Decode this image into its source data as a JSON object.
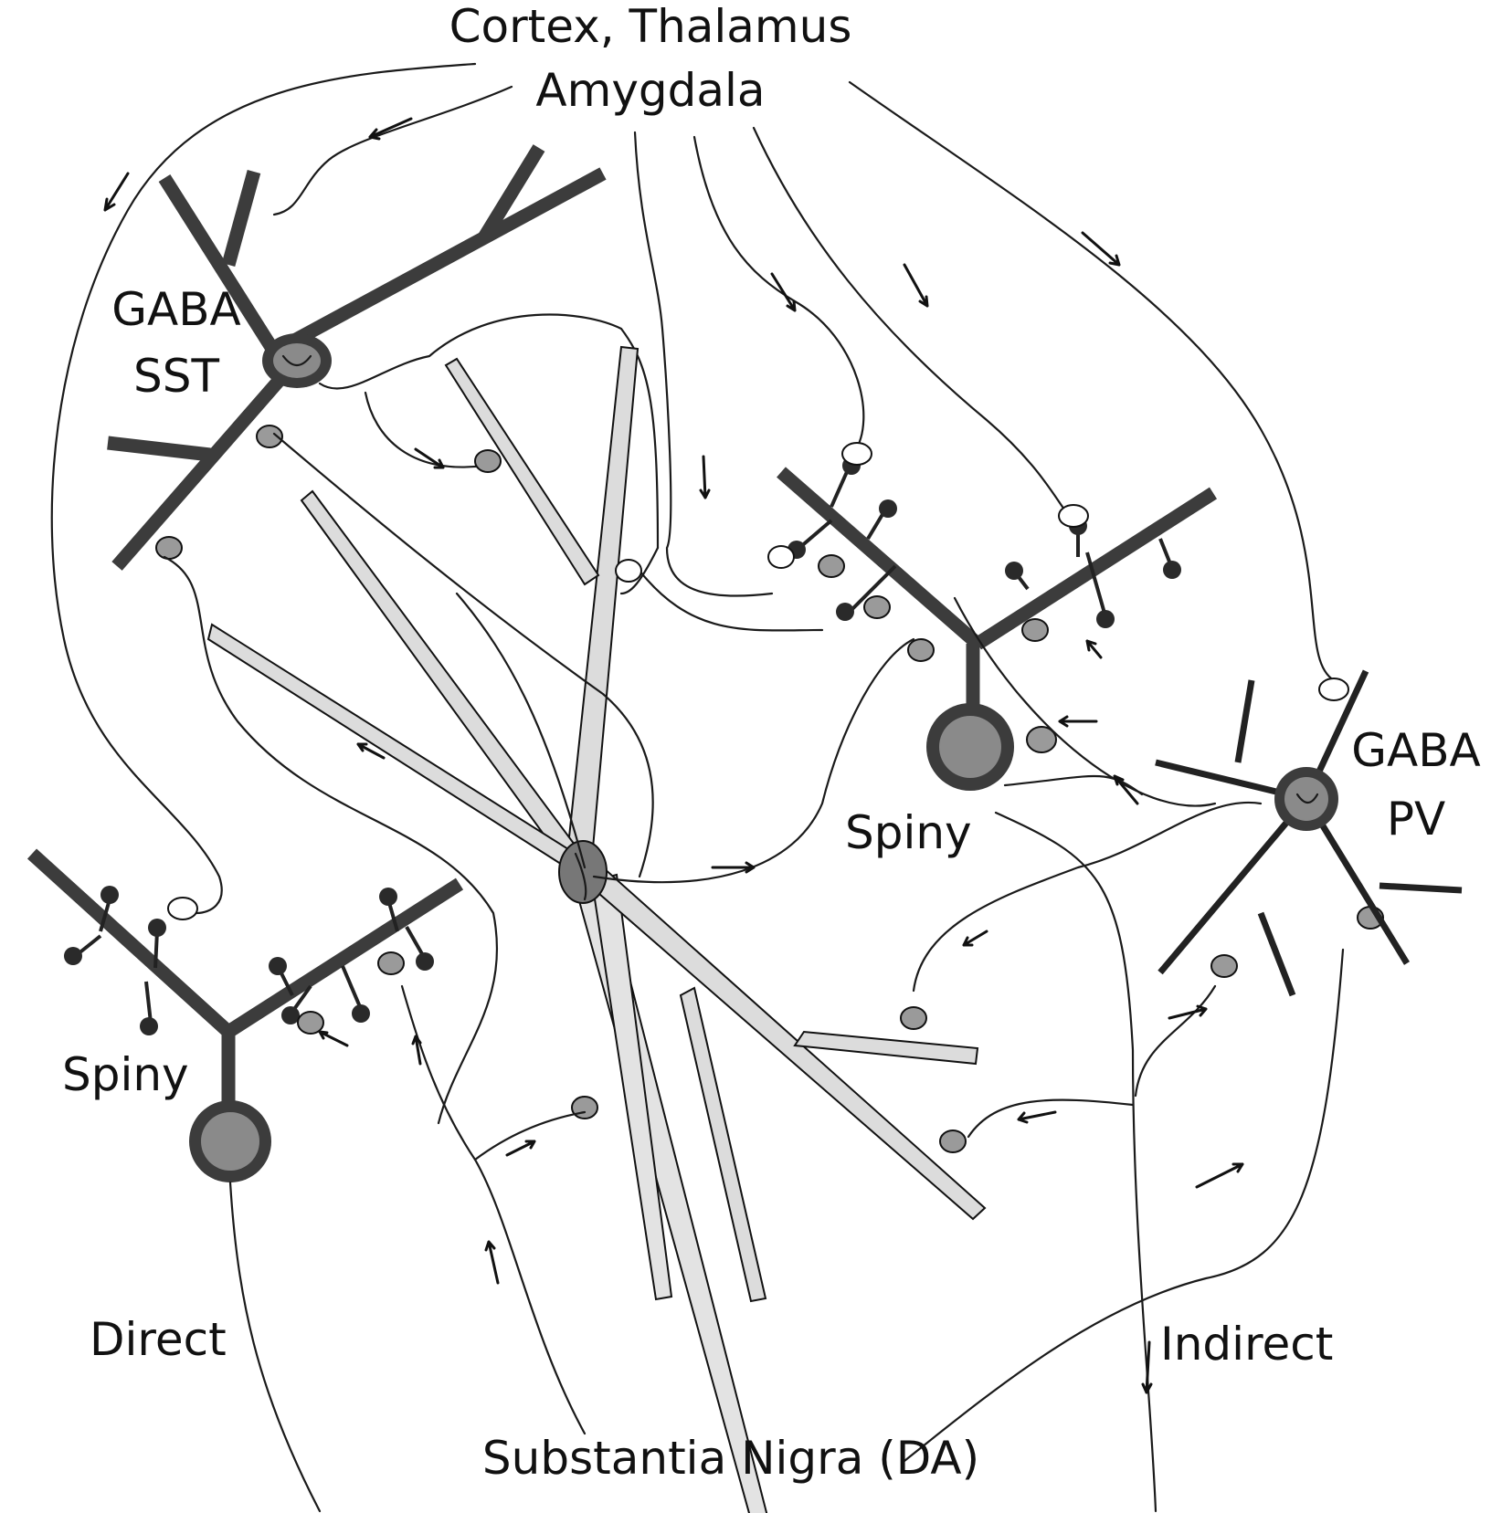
{
  "labels": {
    "top_line1": "Cortex, Thalamus",
    "top_line2": "Amygdala",
    "gaba_sst_line1": "GABA",
    "gaba_sst_line2": "SST",
    "gaba_pv_line1": "GABA",
    "gaba_pv_line2": "PV",
    "spiny_right": "Spiny",
    "spiny_left": "Spiny",
    "direct": "Direct",
    "indirect": "Indirect",
    "bottom": "Substantia Nigra (DA)"
  },
  "colors": {
    "neuron_fill": "#3c3c3c",
    "soma_inner": "#8a8a8a",
    "cholinergic_fill": "#d9d9d9",
    "terminal_fill": "#9a9a9a",
    "line": "#1a1a1a"
  }
}
